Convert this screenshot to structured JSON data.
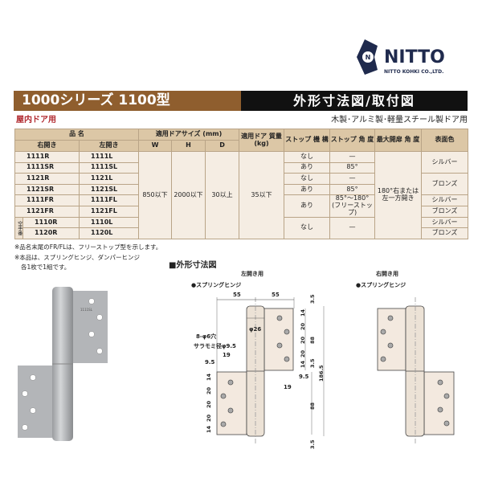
{
  "logo": {
    "brand": "NITTO",
    "company": "NITTO KOHKI CO.,LTD."
  },
  "header": {
    "series": "1000シリーズ 1100型",
    "section": "外形寸法図/取付図",
    "usage": "屋内ドア用",
    "door_types": "木製･アルミ製･軽量スチール製ドア用"
  },
  "table": {
    "h_name": "品 名",
    "h_size": "適用ドアサイズ (mm)",
    "h_mass": "適用ドア 質量(kg)",
    "h_stop": "ストップ 機 構",
    "h_stopangle": "ストップ 角 度",
    "h_maxangle": "最大開扉 角 度",
    "h_color": "表面色",
    "h_right": "右開き",
    "h_left": "左開き",
    "h_w": "W",
    "h_h": "H",
    "h_d": "D",
    "w": "850以下",
    "h": "2000以下",
    "d": "30以上",
    "mass": "35以下",
    "max_angle": "180°右または 左一方開き",
    "side_label": "空手番",
    "rows": [
      {
        "right": "1111R",
        "left": "1111L"
      },
      {
        "right": "1111SR",
        "left": "1111SL"
      },
      {
        "right": "1121R",
        "left": "1121L"
      },
      {
        "right": "1121SR",
        "left": "1121SL"
      },
      {
        "right": "1111FR",
        "left": "1111FL"
      },
      {
        "right": "1121FR",
        "left": "1121FL"
      },
      {
        "right": "1110R",
        "left": "1110L"
      },
      {
        "right": "1120R",
        "left": "1120L"
      }
    ],
    "stop": [
      "なし",
      "あり",
      "なし",
      "あり",
      "あり",
      "なし"
    ],
    "stop_angle": [
      "—",
      "85°",
      "—",
      "85°",
      "85°〜180° (フリーストップ)",
      "—"
    ],
    "colors": [
      "シルバー",
      "ブロンズ",
      "シルバー",
      "ブロンズ",
      "シルバー",
      "ブロンズ"
    ]
  },
  "notes": [
    "※品名末尾のFR/FLは、フリーストップ型を示します。",
    "※本品は、スプリングヒンジ、ダンパーヒンジ",
    "各1枚で1組です。"
  ],
  "photo": {
    "stamp": "1111SL"
  },
  "dims": {
    "title": "■外形寸法図",
    "left_caption": "左開き用",
    "right_caption": "右開き用",
    "type": "●スプリングヒンジ",
    "labels": {
      "w55": "55",
      "d35": "3.5",
      "d14": "14",
      "d20": "20",
      "d88": "88",
      "d1865": "186.5",
      "phi26": "φ26",
      "holes": "8-φ6穴",
      "countersink": "サラモミ径φ9.5",
      "d19": "19",
      "d95": "9.5"
    }
  }
}
